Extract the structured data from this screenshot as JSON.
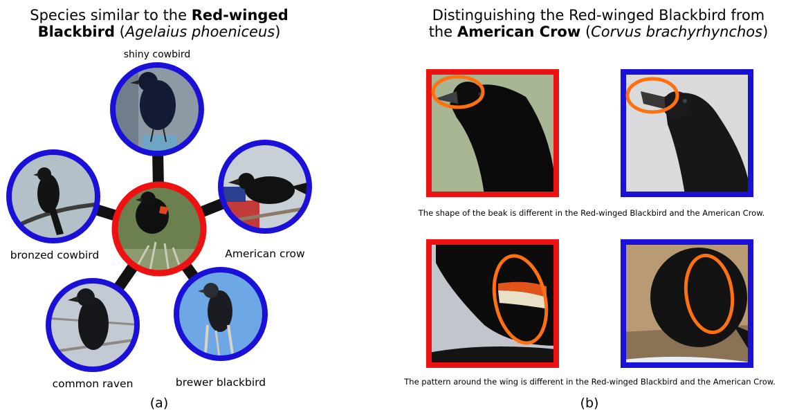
{
  "panel_a": {
    "title": {
      "line1_prefix": "Species similar to the ",
      "line1_bold": "Red-winged",
      "line2_bold": "Blackbird",
      "line2_open": " (",
      "line2_italic": "Agelaius phoeniceus",
      "line2_close": ")"
    },
    "center_species": "Red-winged Blackbird",
    "nodes": [
      {
        "label": "shiny cowbird"
      },
      {
        "label": "American crow"
      },
      {
        "label": "brewer blackbird"
      },
      {
        "label": "common raven"
      },
      {
        "label": "bronzed cowbird"
      }
    ],
    "letter": "(a)"
  },
  "panel_b": {
    "title": {
      "line1": "Distinguishing the Red-winged Blackbird from",
      "line2_prefix": "the ",
      "line2_bold": "American Crow",
      "line2_open": " (",
      "line2_italic": "Corvus brachyrhynchos",
      "line2_close": ")"
    },
    "rows": [
      {
        "caption": "The shape of the beak is different in the Red-winged Blackbird and the American Crow."
      },
      {
        "caption": "The pattern around the wing is different in the Red-winged Blackbird and the American Crow."
      }
    ],
    "letter": "(b)"
  },
  "colors": {
    "target_border": "#ee1111",
    "similar_border": "#1a10d8",
    "highlight": "#ff7010",
    "spoke": "#111111"
  }
}
